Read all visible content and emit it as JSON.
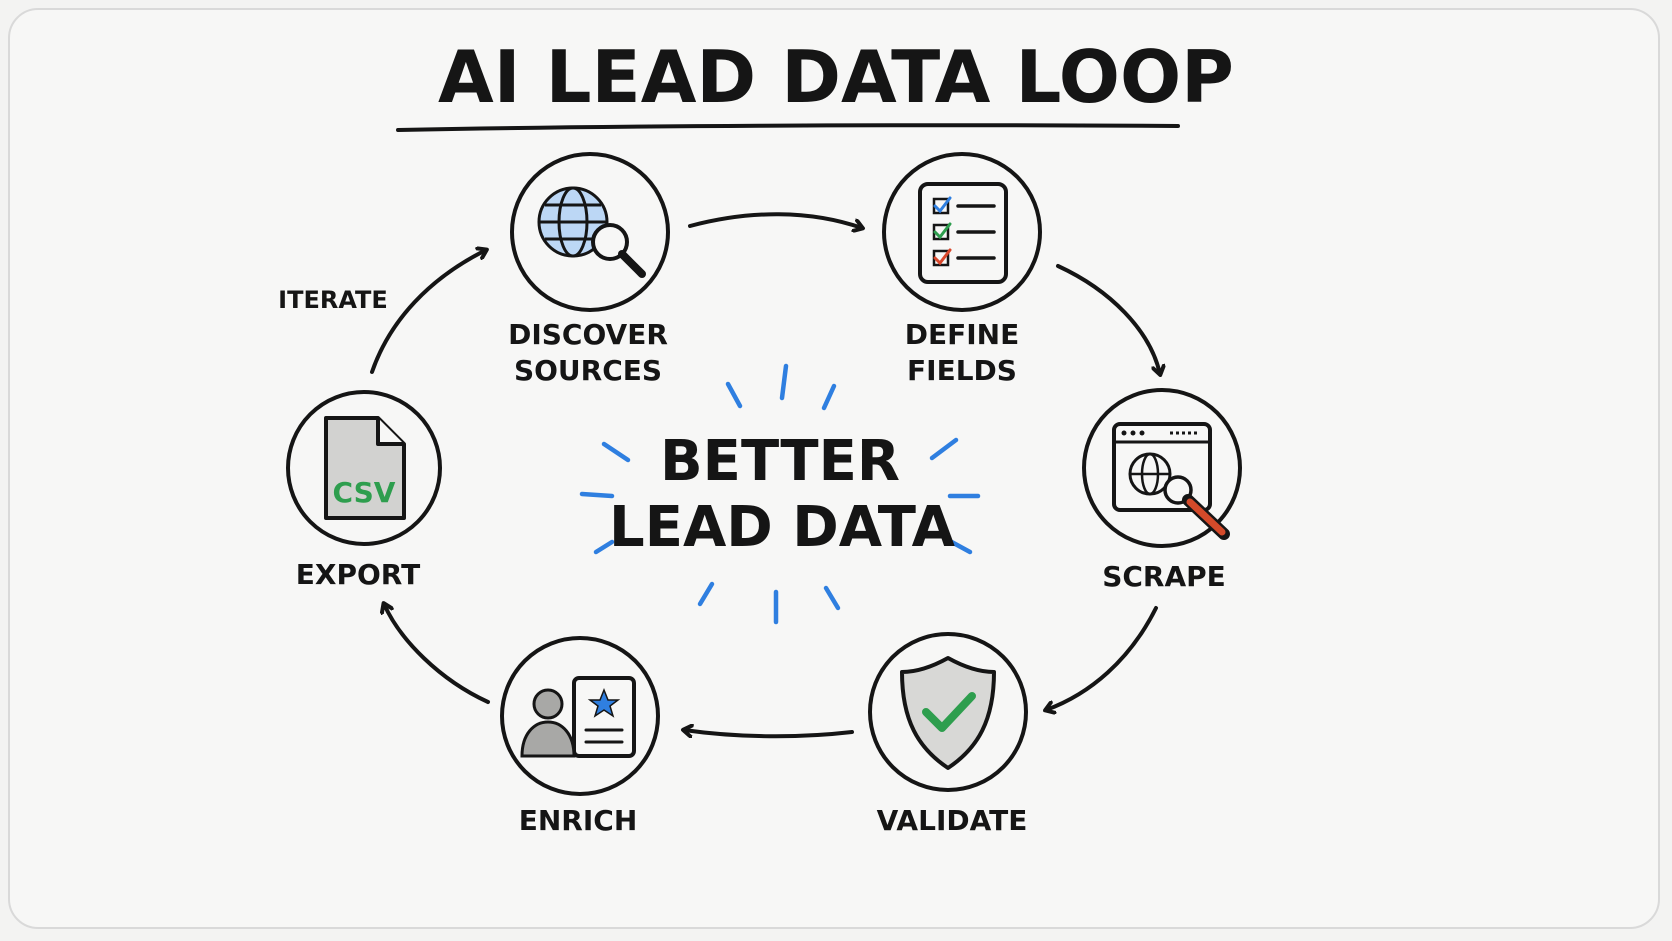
{
  "title": "AI LEAD DATA LOOP",
  "center": {
    "line1": "BETTER",
    "line2": "LEAD DATA"
  },
  "steps": [
    {
      "label_line1": "DISCOVER",
      "label_line2": "SOURCES",
      "icon": "globe-search-icon"
    },
    {
      "label_line1": "DEFINE",
      "label_line2": "FIELDS",
      "icon": "checklist-icon"
    },
    {
      "label_line1": "SCRAPE",
      "label_line2": "",
      "icon": "browser-scrape-icon"
    },
    {
      "label_line1": "VALIDATE",
      "label_line2": "",
      "icon": "shield-check-icon"
    },
    {
      "label_line1": "ENRICH",
      "label_line2": "",
      "icon": "profile-card-icon"
    },
    {
      "label_line1": "EXPORT",
      "label_line2": "",
      "icon": "csv-file-icon"
    }
  ],
  "csv_text": "CSV",
  "iterate_label": "ITERATE",
  "colors": {
    "ink": "#151515",
    "accent_blue": "#2f7fe0",
    "check_green": "#2e9e4e",
    "check_red": "#d9472b",
    "handle_red": "#d44a2a"
  }
}
